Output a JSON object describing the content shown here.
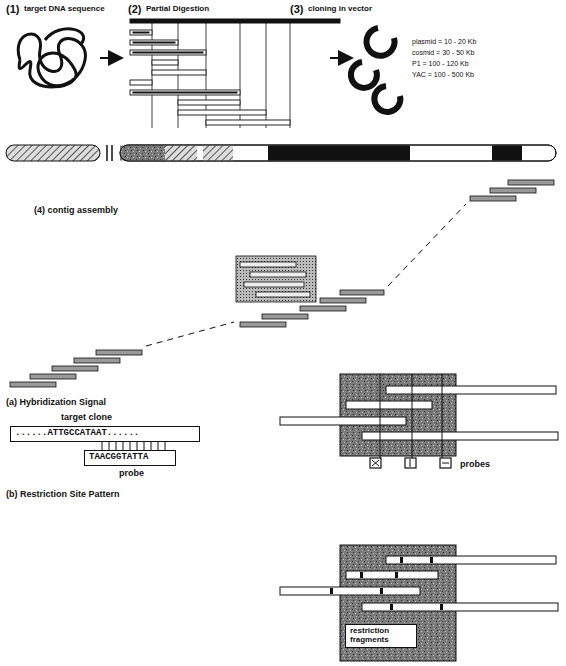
{
  "diagram": {
    "nodes": [
      {
        "text": [
          "target clone",
          "......ATTGCCATAAT......"
        ]
      },
      {
        "text": [
          "TAACGGTATTA",
          "probe"
        ]
      },
      {
        "text": [
          "restriction fragments"
        ]
      }
    ],
    "labels": [
      "(1)",
      "target DNA sequence",
      "(2)",
      "Partial Digestion",
      "(3)",
      "cloning in vector",
      "plasmid = 10 - 20 Kb",
      "cosmid = 30 - 50 Kb",
      "P1 = 100 - 120 Kb",
      "YAC = 100 - 500 Kb",
      "(4) contig assembly",
      "(a) Hybridization Signal",
      "probes",
      "(b) Restriction Site Pattern"
    ]
  }
}
